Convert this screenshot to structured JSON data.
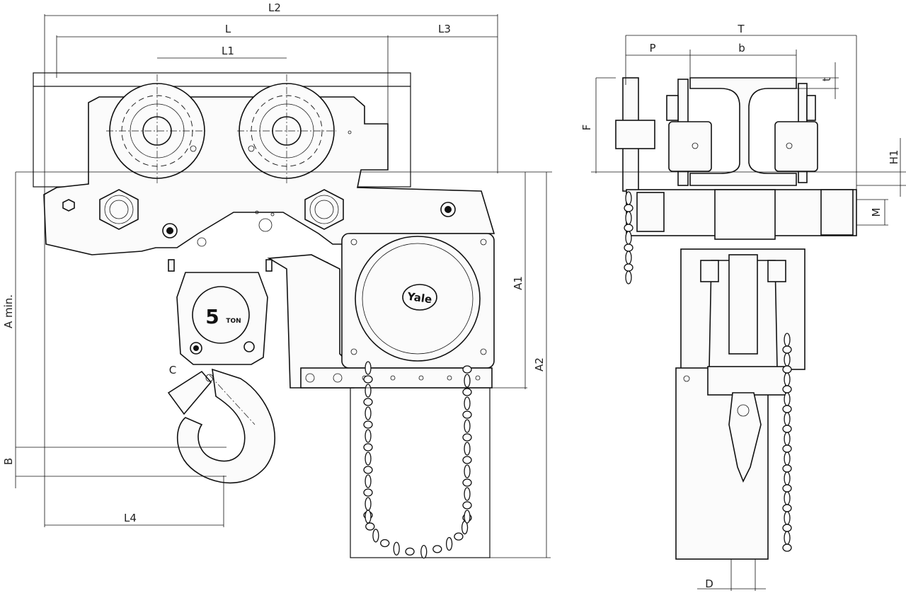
{
  "brand": "Yale",
  "capacity_number": "5",
  "capacity_unit": "TON",
  "dimensions": {
    "L2": "L2",
    "L": "L",
    "L1": "L1",
    "L3": "L3",
    "A_min": "A min.",
    "A1": "A1",
    "A2": "A2",
    "B": "B",
    "C": "C",
    "L4": "L4",
    "T": "T",
    "P": "P",
    "b": "b",
    "t": "t",
    "F": "F",
    "H1": "H1",
    "M": "M",
    "D": "D"
  }
}
